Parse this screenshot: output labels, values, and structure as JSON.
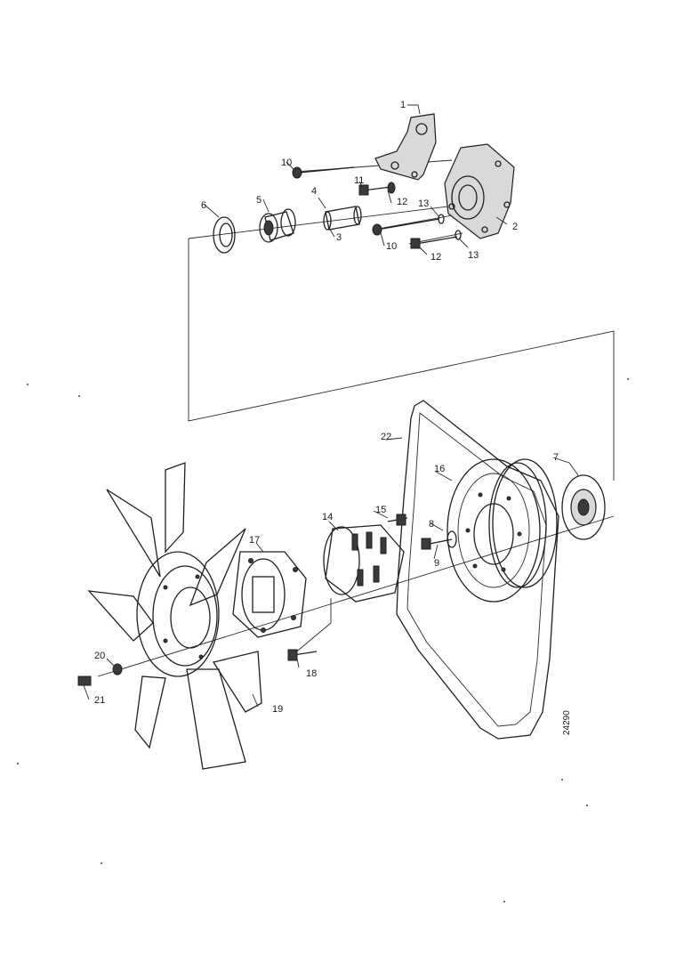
{
  "labels": {
    "p1": "1",
    "p2": "2",
    "p3": "3",
    "p4": "4",
    "p5": "5",
    "p6": "6",
    "p7": "7",
    "p8": "8",
    "p9": "9",
    "p10a": "10",
    "p10b": "10",
    "p11": "11",
    "p12a": "12",
    "p12b": "12",
    "p13a": "13",
    "p13b": "13",
    "p13c": "13",
    "p14": "14",
    "p15": "15",
    "p16": "16",
    "p17": "17",
    "p18": "18",
    "p19": "19",
    "p20": "20",
    "p21": "21",
    "p22": "22"
  },
  "drawing_number": "24290"
}
